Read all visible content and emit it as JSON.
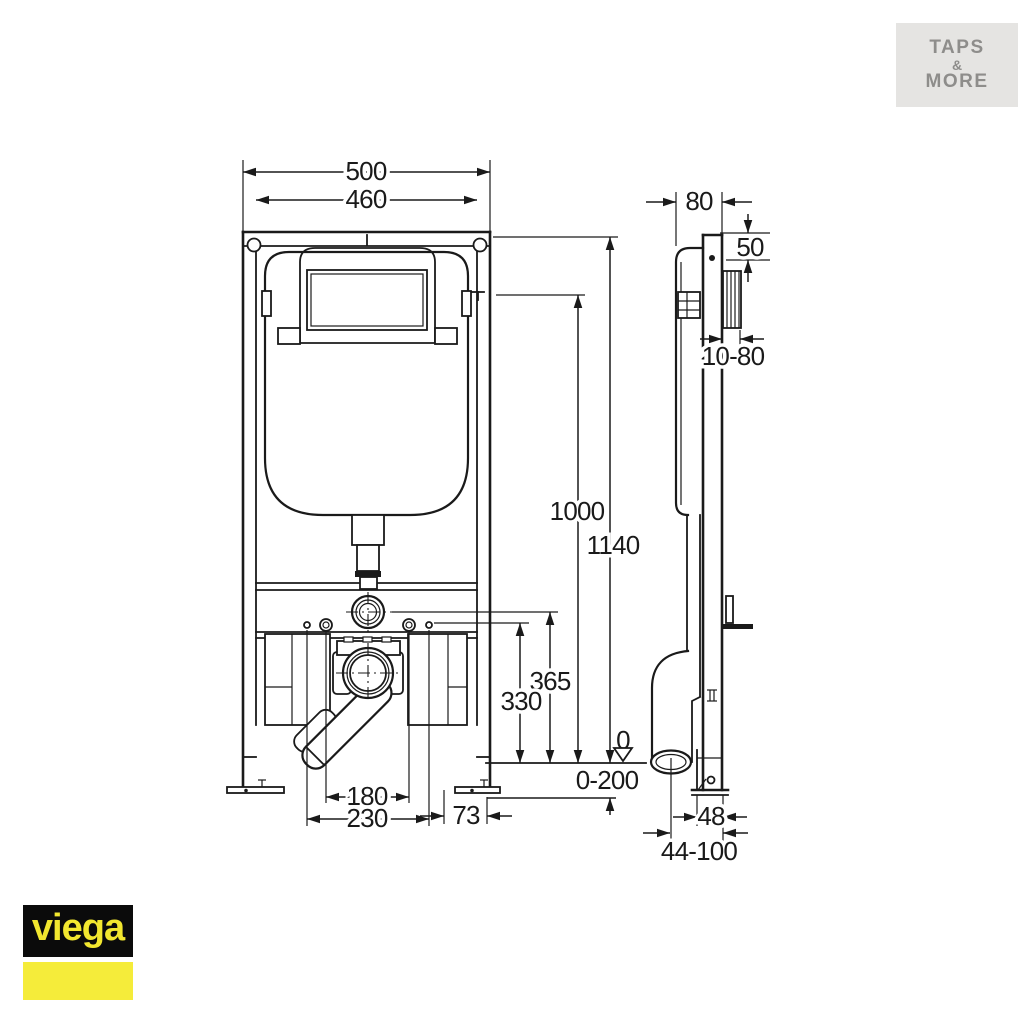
{
  "canvas": {
    "background": "#ffffff",
    "ink": "#1a1a1a"
  },
  "logos": {
    "taps_and_more": {
      "line1": "TAPS",
      "line2": "&",
      "line3": "MORE",
      "bg": "#e5e4e2",
      "fg": "#8e8d8b"
    },
    "viega": {
      "wordmark": "viega",
      "box_bg": "#0b0b0b",
      "text_color": "#f2e72f",
      "bar_color": "#f5ec3a"
    }
  },
  "dims": {
    "front": {
      "outer_width": "500",
      "inner_width": "460",
      "total_height": "1140",
      "upper_height": "1000",
      "flush_bend_height": "365",
      "bracket_height": "330",
      "floor_zero": "0",
      "floor_range": "0-200",
      "outlet_span": "180",
      "fixing_span": "230",
      "side_offset": "73"
    },
    "side": {
      "frame_depth": "80",
      "top_clearance": "50",
      "wall_offset": "10-80",
      "foot_depth": "48",
      "outlet_distance": "44-100"
    }
  }
}
